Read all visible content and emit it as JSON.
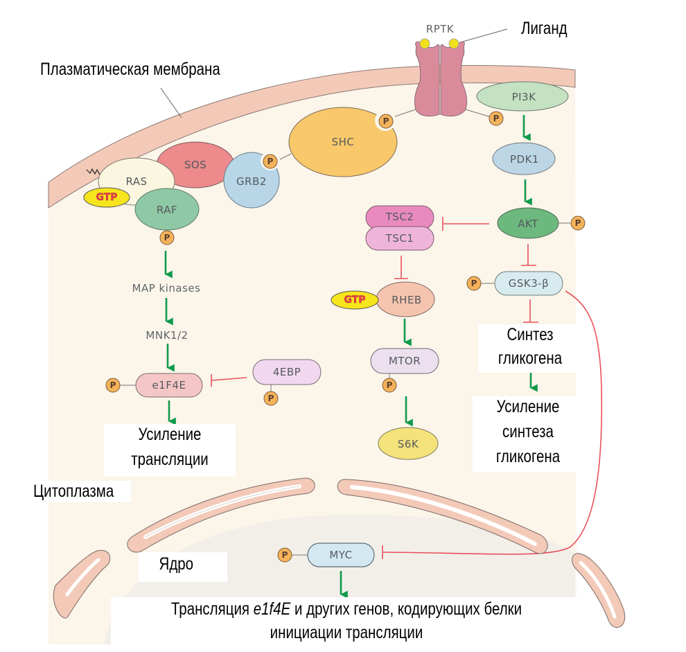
{
  "labels": {
    "plasma_membrane": "Плазматическая мембрана",
    "ligand": "Лиганд",
    "cytoplasm": "Цитоплазма",
    "nucleus": "Ядро",
    "translation_increase_line1": "Усиление",
    "translation_increase_line2": "трансляции",
    "glycogen_synthesis_line1": "Синтез",
    "glycogen_synthesis_line2": "гликогена",
    "glycogen_increase_line1": "Усиление",
    "glycogen_increase_line2": "синтеза",
    "glycogen_increase_line3": "гликогена",
    "myc_output_pre": "Трансляция ",
    "myc_output_gene": "e1f4E",
    "myc_output_post": " и других генов, кодирующих белки",
    "myc_output_line2": "инициации трансляции"
  },
  "nodes": {
    "rptk": "RPTK",
    "shc": "SHC",
    "sos": "SOS",
    "grb2": "GRB2",
    "ras": "RAS",
    "gtp_ras": "GTP",
    "raf": "RAF",
    "map_kinases": "MAP kinases",
    "mnk": "MNK1/2",
    "e1f4e": "e1F4E",
    "ebp4": "4EBP",
    "pi3k": "PI3K",
    "pdk1": "PDK1",
    "akt": "AKT",
    "tsc2": "TSC2",
    "tsc1": "TSC1",
    "rheb": "RHEB",
    "gtp_rheb": "GTP",
    "mtor": "MTOR",
    "s6k": "S6K",
    "gsk3b": "GSK3-β",
    "myc": "MYC",
    "phospho": "P"
  },
  "colors": {
    "activation_arrow": "#0e9a4a",
    "inhibition": "#e8505a",
    "membrane": "#f3c9b8",
    "cytoplasm": "#fbf5ea",
    "phospho": "#f4b25a",
    "gtp": "#f6e41c",
    "ligand": "#f2e01a",
    "receptor": "#d98b9c"
  }
}
